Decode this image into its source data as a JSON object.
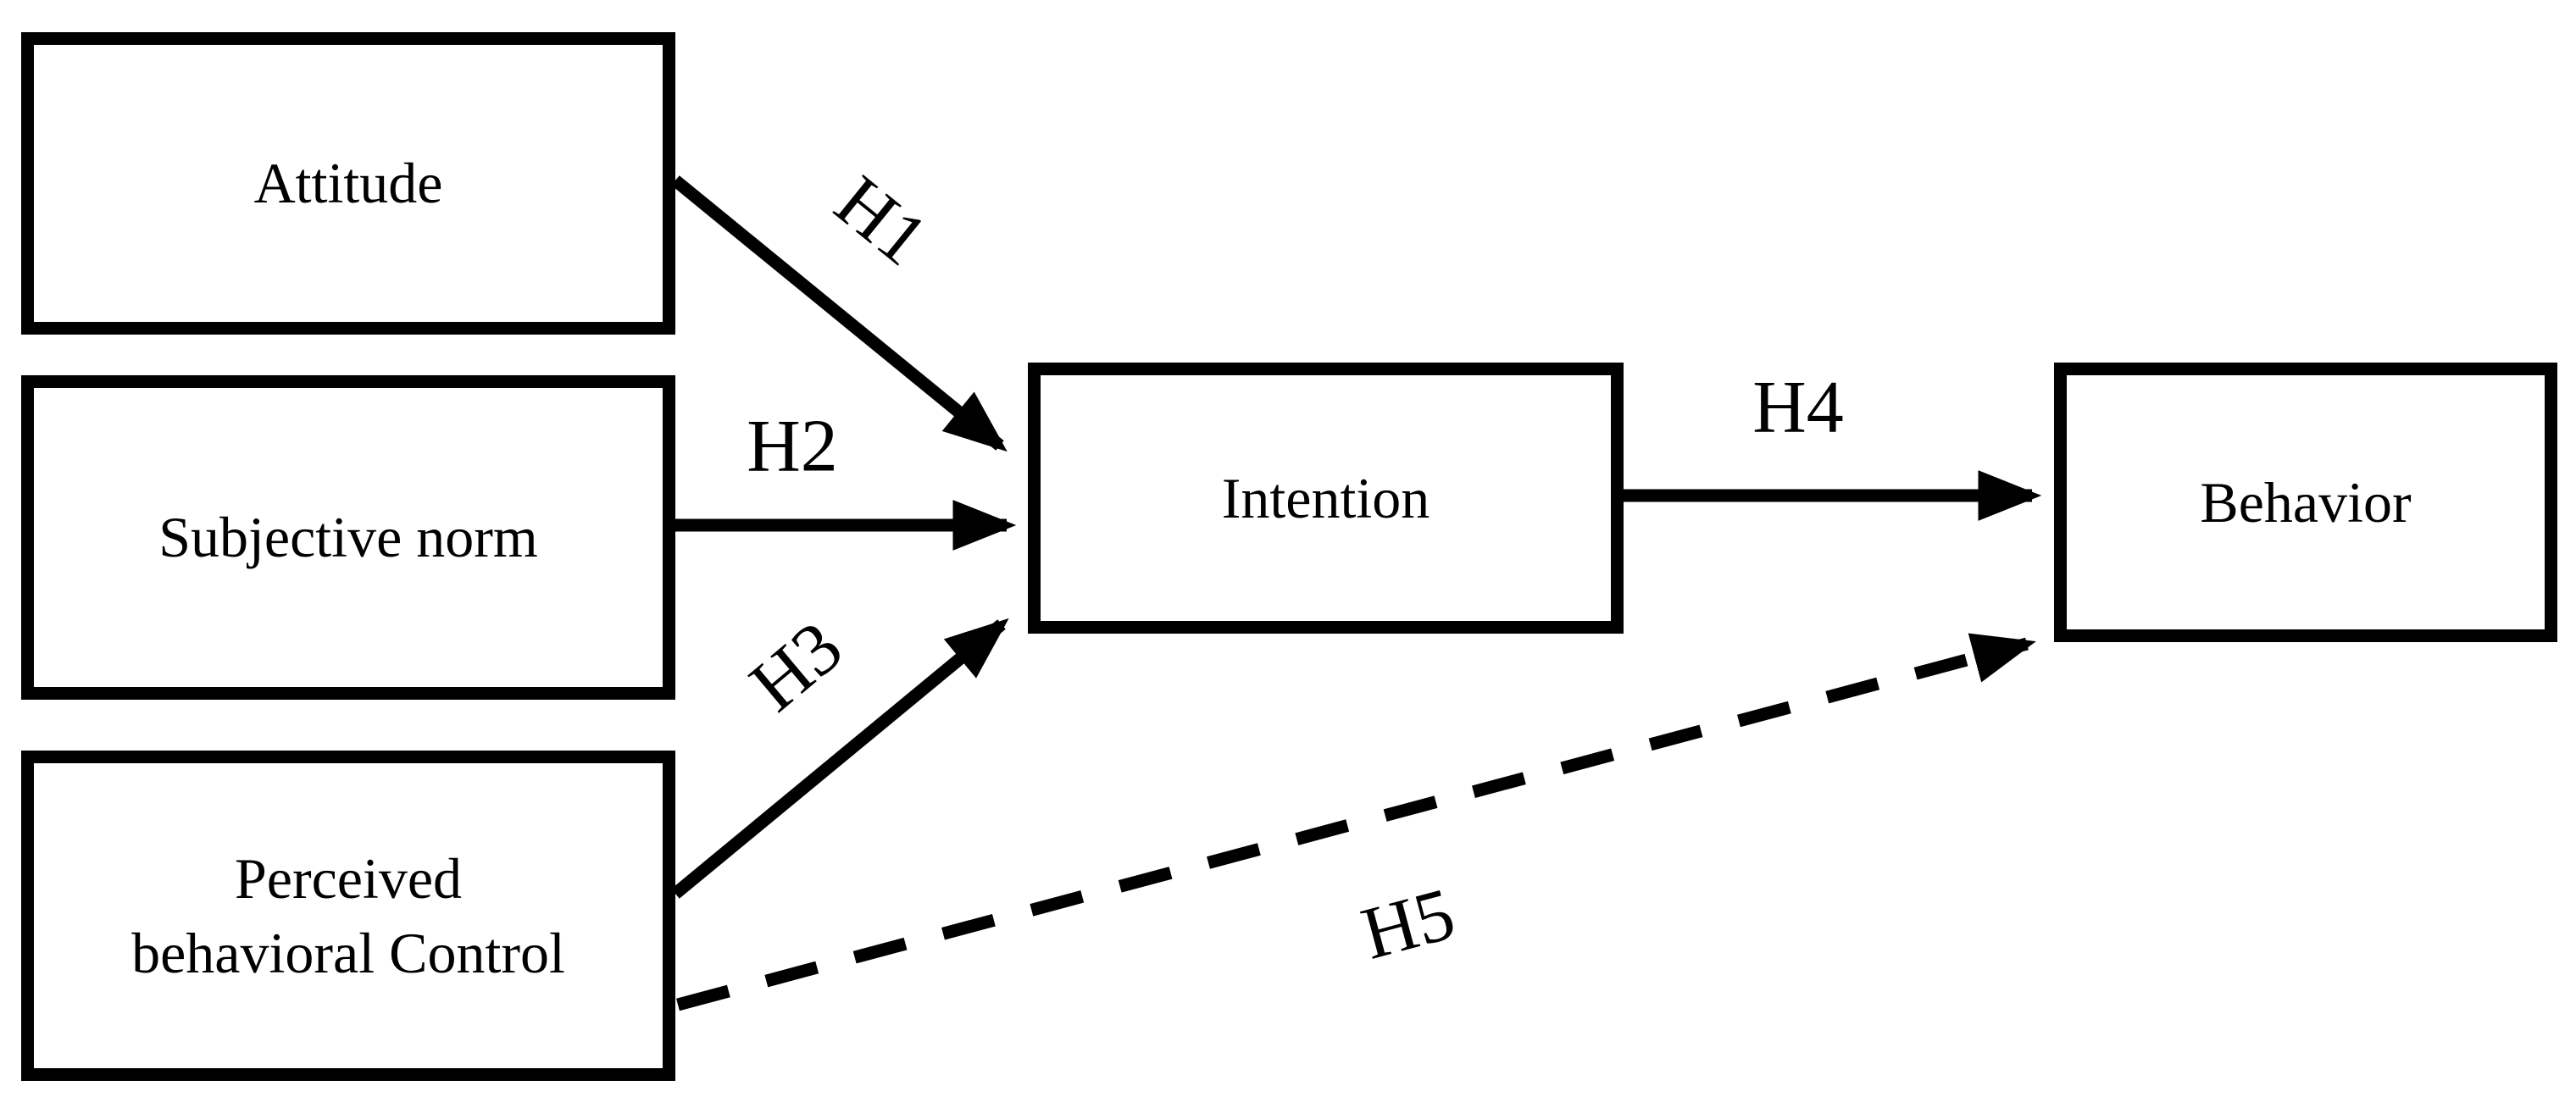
{
  "figure": {
    "type": "path-model-diagram",
    "background_color": "#ffffff",
    "line_color": "#000000",
    "text_color": "#000000"
  },
  "nodes": {
    "attitude": {
      "label": "Attitude"
    },
    "subjective_norm": {
      "label": "Subjective norm"
    },
    "perceived_behavioral_control": {
      "label_line1": "Perceived",
      "label_line2": "behavioral Control"
    },
    "intention": {
      "label": "Intention"
    },
    "behavior": {
      "label": "Behavior"
    }
  },
  "edges": [
    {
      "label": "H1",
      "from": "Attitude",
      "to": "Intention",
      "line": "solid"
    },
    {
      "label": "H2",
      "from": "Subjective norm",
      "to": "Intention",
      "line": "solid"
    },
    {
      "label": "H3",
      "from": "Perceived behavioral Control",
      "to": "Intention",
      "line": "solid"
    },
    {
      "label": "H4",
      "from": "Intention",
      "to": "Behavior",
      "line": "solid"
    },
    {
      "label": "H5",
      "from": "Perceived behavioral Control",
      "to": "Behavior",
      "line": "dashed"
    }
  ]
}
